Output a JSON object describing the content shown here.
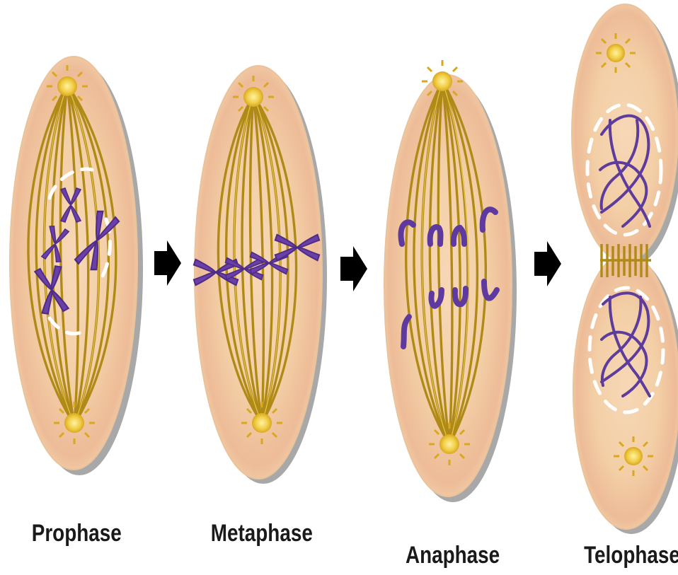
{
  "stages": [
    {
      "id": "prophase",
      "label": "Prophase"
    },
    {
      "id": "metaphase",
      "label": "Metaphase"
    },
    {
      "id": "anaphase",
      "label": "Anaphase"
    },
    {
      "id": "telophase",
      "label": "Telophase"
    }
  ],
  "colors": {
    "cell_fill": "#f3cfa6",
    "cell_center": "#eab28e",
    "cell_shadow": "#a8a8a8",
    "spindle_fiber": "#b08a16",
    "centrosome": "#f2cf4a",
    "chromosome": "#6a3fa8",
    "arrow": "#000000",
    "label": "#1a1a1a"
  }
}
